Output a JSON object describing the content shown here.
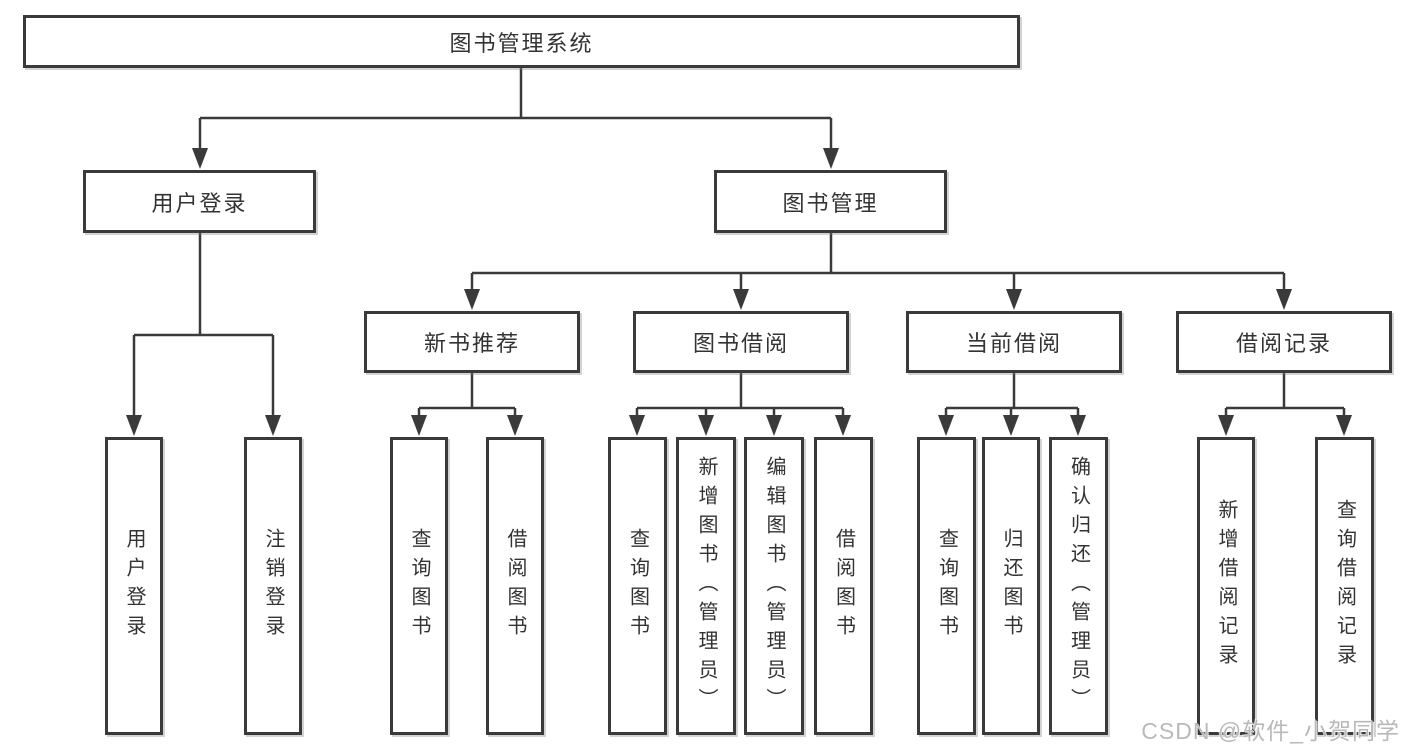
{
  "diagram": {
    "tree": {
      "label": "图书管理系统",
      "children": [
        {
          "label": "用户登录",
          "children": [
            {
              "label": "用户登录"
            },
            {
              "label": "注销登录"
            }
          ]
        },
        {
          "label": "图书管理",
          "children": [
            {
              "label": "新书推荐",
              "children": [
                {
                  "label": "查询图书"
                },
                {
                  "label": "借阅图书"
                }
              ]
            },
            {
              "label": "图书借阅",
              "children": [
                {
                  "label": "查询图书"
                },
                {
                  "label": "新增图书（管理员）"
                },
                {
                  "label": "编辑图书（管理员）"
                },
                {
                  "label": "借阅图书"
                }
              ]
            },
            {
              "label": "当前借阅",
              "children": [
                {
                  "label": "查询图书"
                },
                {
                  "label": "归还图书"
                },
                {
                  "label": "确认归还（管理员）"
                }
              ]
            },
            {
              "label": "借阅记录",
              "children": [
                {
                  "label": "新增借阅记录"
                },
                {
                  "label": "查询借阅记录"
                }
              ]
            }
          ]
        }
      ]
    },
    "watermark": "CSDN @软件_小贺同学",
    "colors": {
      "line": "#3a3a3a",
      "text": "#333333",
      "watermark": "#b9b9b9",
      "background": "#ffffff"
    }
  }
}
